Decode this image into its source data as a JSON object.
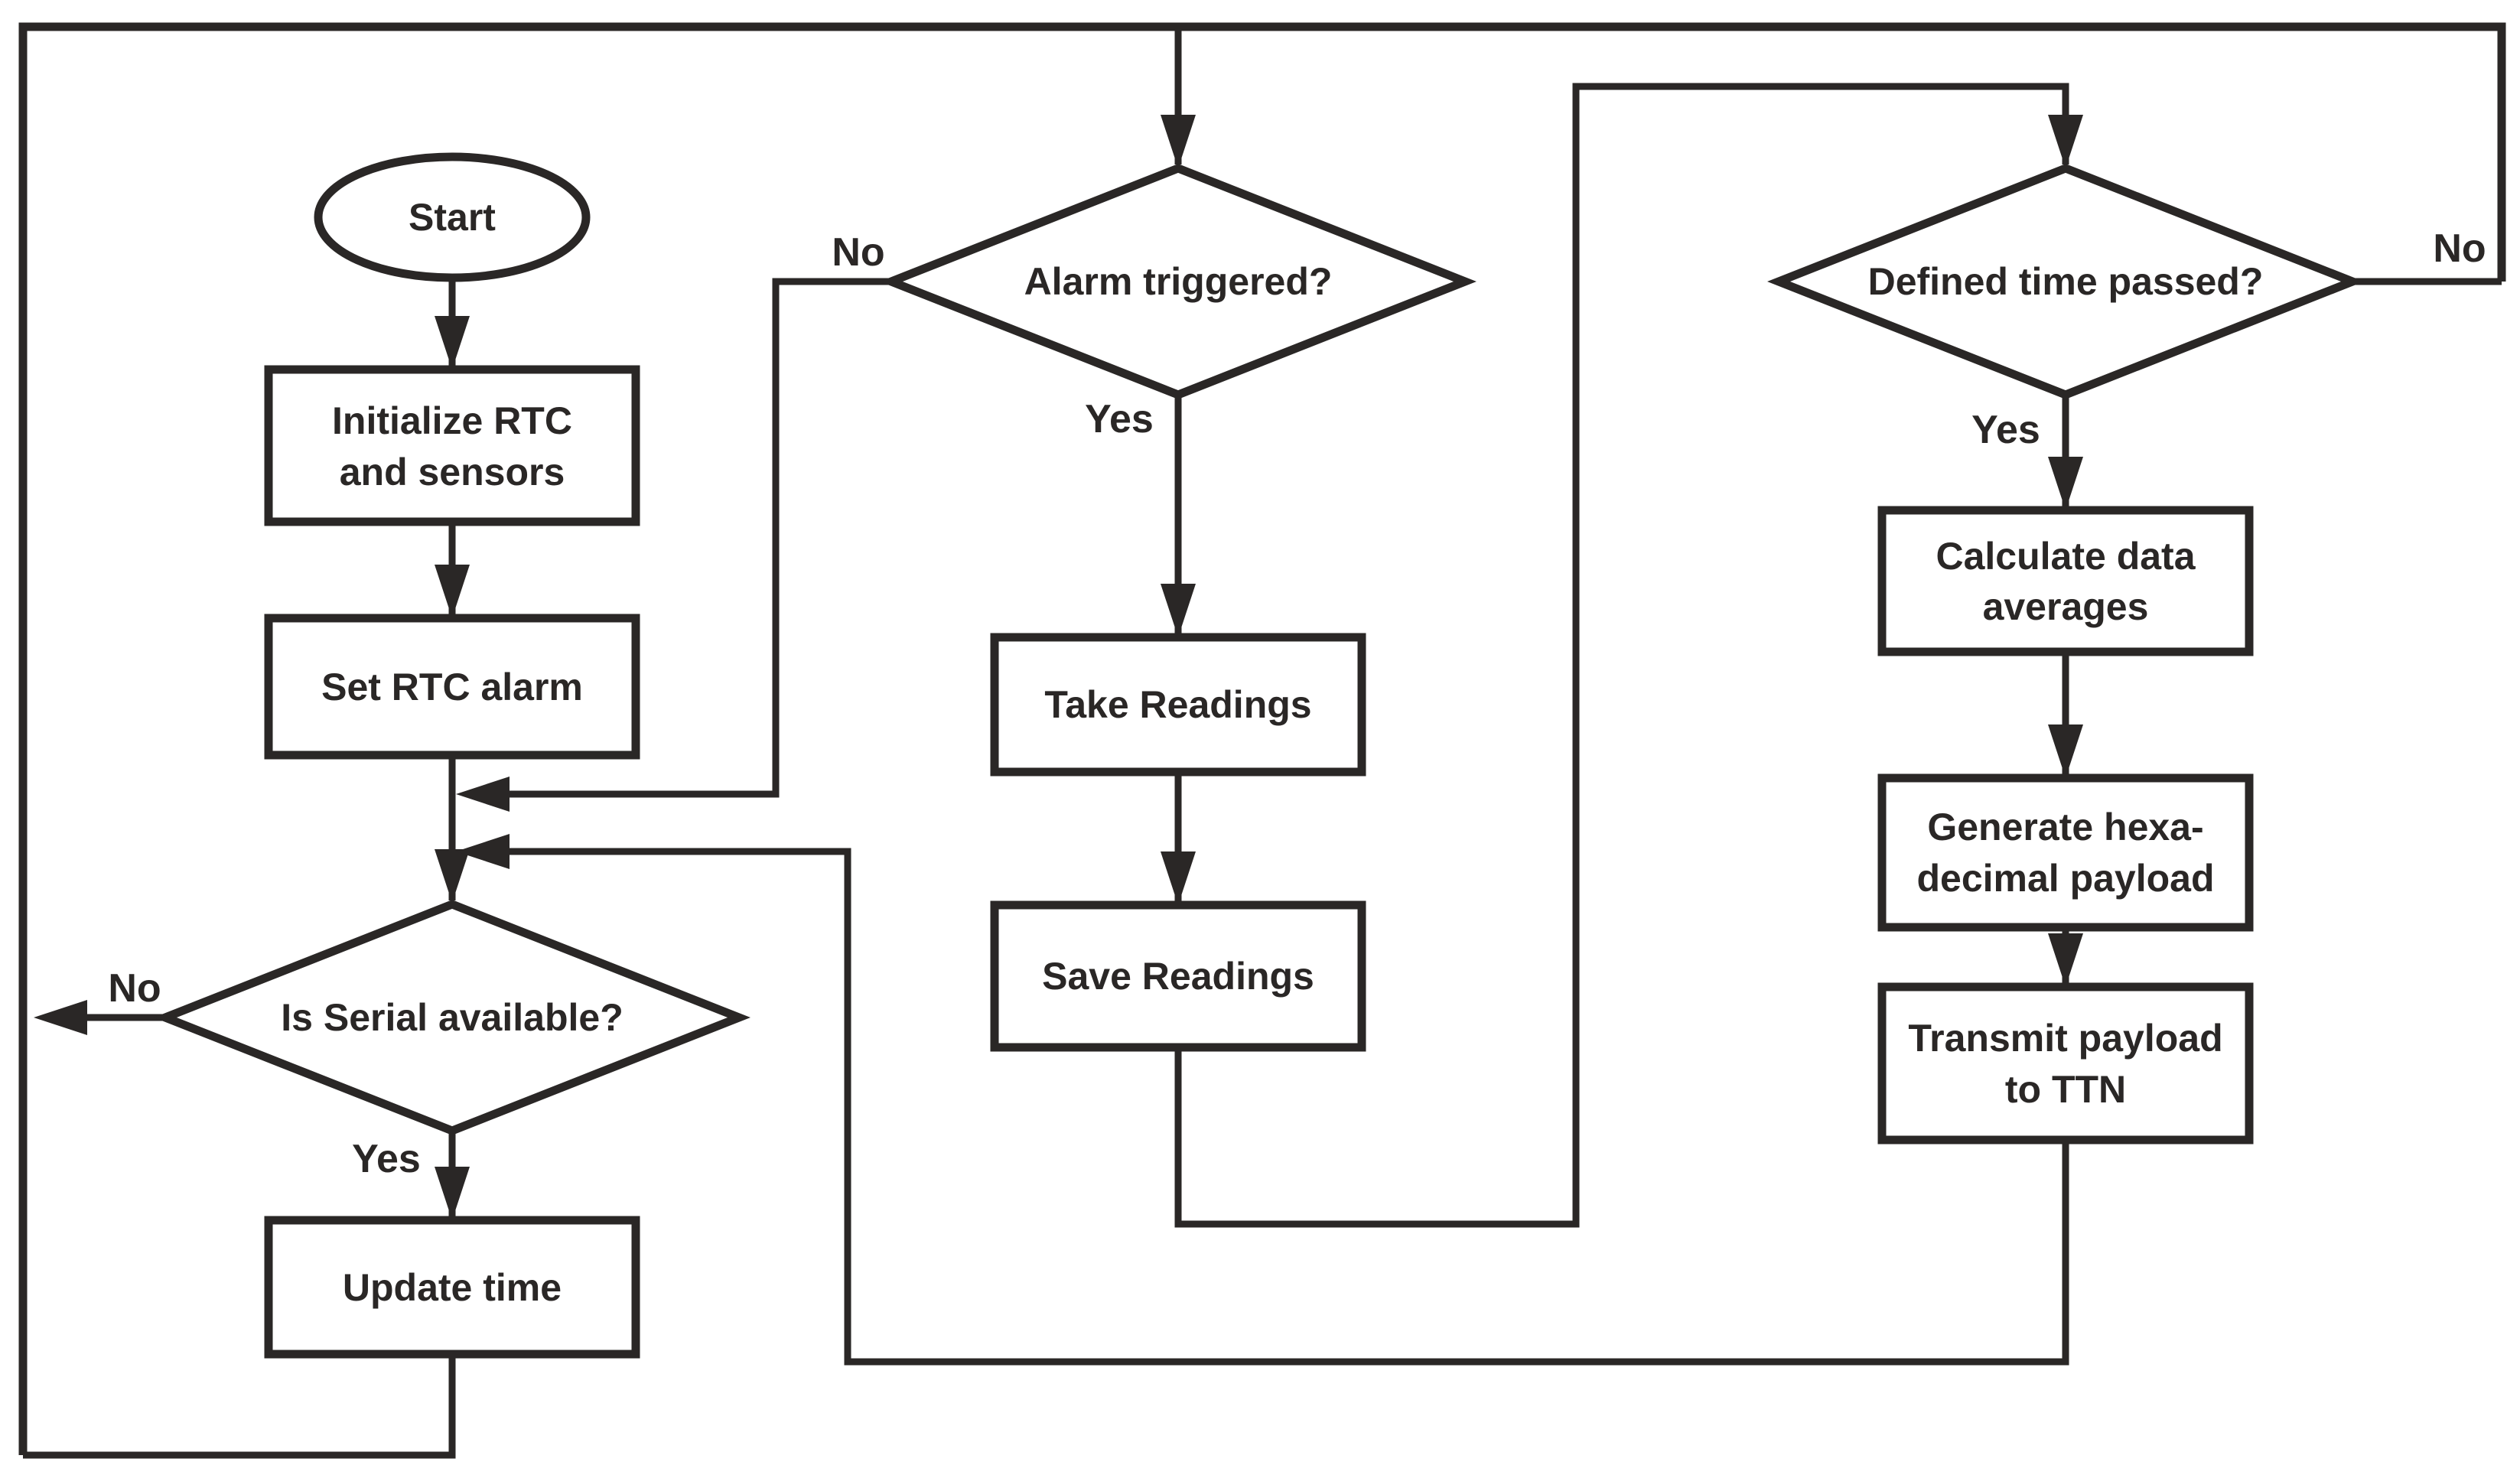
{
  "diagram": {
    "type": "flowchart",
    "colors": {
      "ink": "#2a2726",
      "background": "#ffffff"
    },
    "nodes": {
      "start": "Start",
      "init_rtc": [
        "Initialize RTC",
        "and sensors"
      ],
      "set_alarm": "Set RTC alarm",
      "serial_available": "Is Serial available?",
      "update_time": "Update time",
      "alarm_triggered": "Alarm triggered?",
      "take_readings": "Take Readings",
      "save_readings": "Save Readings",
      "time_passed": "Defined time passed?",
      "calc_averages": [
        "Calculate data",
        "averages"
      ],
      "gen_payload": [
        "Generate hexa-",
        "decimal payload"
      ],
      "transmit": [
        "Transmit payload",
        "to TTN"
      ]
    },
    "edge_labels": {
      "serial_no": "No",
      "serial_yes": "Yes",
      "alarm_no": "No",
      "alarm_yes": "Yes",
      "time_no": "No",
      "time_yes": "Yes"
    }
  }
}
